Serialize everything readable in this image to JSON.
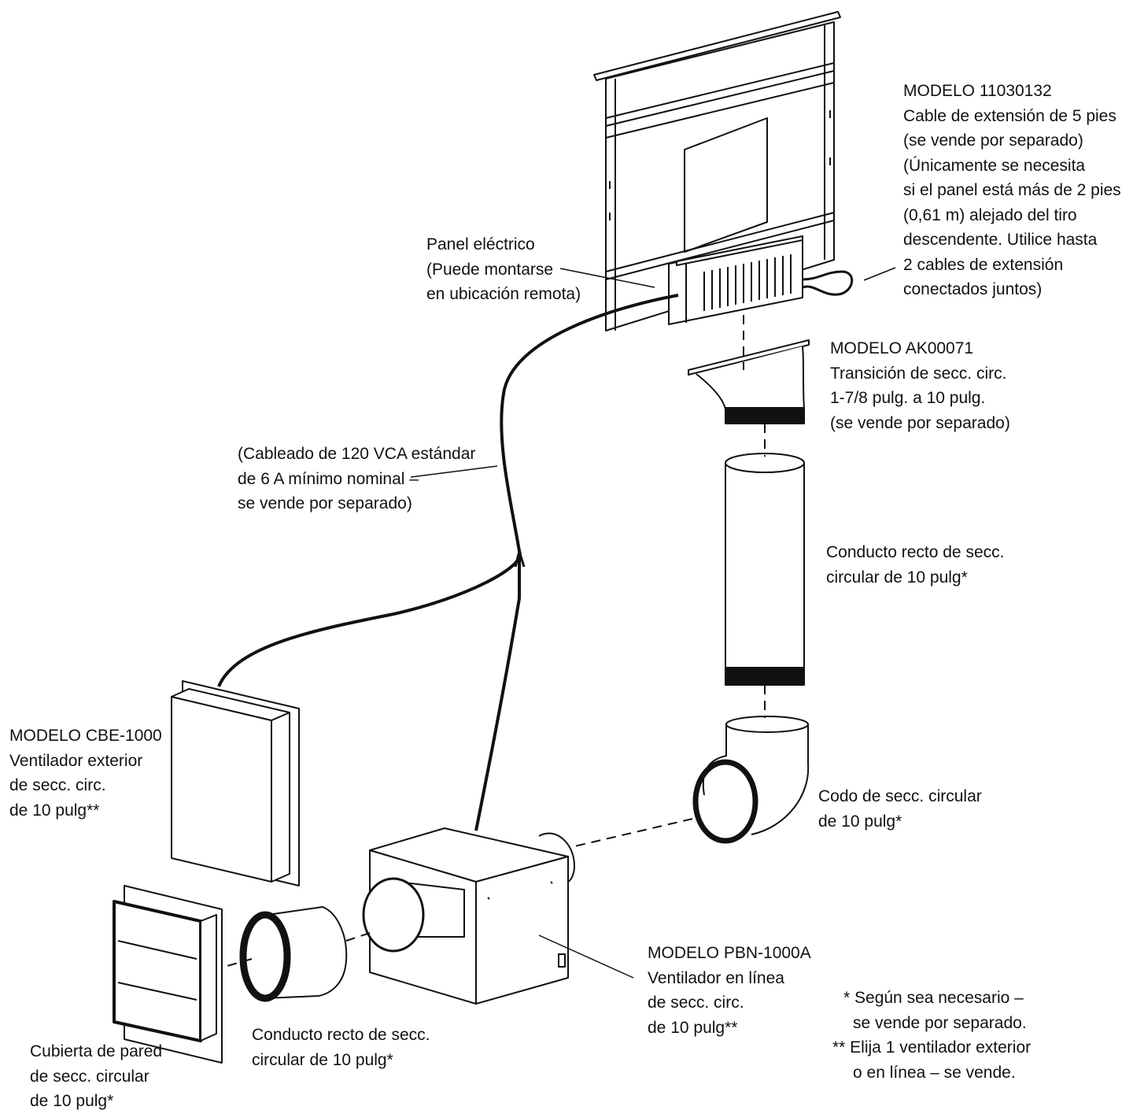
{
  "labels": {
    "modelo_11030132": [
      "MODELO 11030132",
      "Cable de extensión de 5 pies",
      "(se vende por separado)",
      "(Únicamente se necesita",
      "si el panel está más de 2 pies",
      "(0,61 m) alejado del tiro",
      "descendente. Utilice hasta",
      "2 cables de extensión",
      "conectados juntos)"
    ],
    "panel_electrico": [
      "Panel eléctrico",
      "(Puede montarse",
      "en ubicación remota)"
    ],
    "modelo_ak00071": [
      "MODELO AK00071",
      "Transición de secc. circ.",
      "1-7/8 pulg. a 10 pulg.",
      "(se vende por separado)"
    ],
    "cableado": [
      "(Cableado de 120 VCA estándar",
      "de 6 A mínimo nominal –",
      "se vende por separado)"
    ],
    "conducto_vertical": [
      "Conducto recto de secc.",
      "circular de 10 pulg*"
    ],
    "modelo_cbe1000": [
      "MODELO CBE-1000",
      "Ventilador exterior",
      "de secc. circ.",
      "de 10 pulg**"
    ],
    "codo": [
      "Codo de secc. circular",
      "de 10 pulg*"
    ],
    "modelo_pbn1000a": [
      "MODELO PBN-1000A",
      "Ventilador en línea",
      "de secc. circ.",
      "de 10 pulg**"
    ],
    "conducto_horizontal": [
      "Conducto recto de secc.",
      "circular de 10 pulg*"
    ],
    "cubierta_pared": [
      "Cubierta de pared",
      "de secc. circular",
      "de 10 pulg*"
    ]
  },
  "notes": [
    "* Según sea necesario –",
    "se vende por separado.",
    "** Elija 1 ventilador exterior",
    "o en línea – se vende."
  ]
}
